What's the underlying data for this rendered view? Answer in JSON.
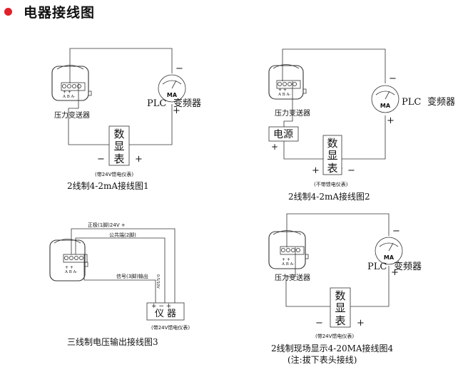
{
  "header": {
    "title": "电器接线图",
    "dot_color": "#e0202a"
  },
  "diagram1": {
    "caption": "2线制4-2mA接线图1",
    "transmitter_label": "压力变送器",
    "terminal_labels": "+ +",
    "terminal_sub_labels": "A B A-",
    "gauge_label": "MA",
    "plc_label": "PLC",
    "vfd_label": "变频器",
    "meter_chars": [
      "数",
      "显",
      "表"
    ],
    "minus": "−",
    "plus": "+",
    "sign_minus": "−",
    "sign_plus": "+",
    "supply_note": "(带24V馈电仪表)"
  },
  "diagram2": {
    "caption": "2线制4-2mA接线图2",
    "transmitter_label": "压力变送器",
    "terminal_labels": "+ +",
    "terminal_sub_labels": "A B A-",
    "gauge_label": "MA",
    "plc_label": "PLC",
    "vfd_label": "变频器",
    "power_label": "电源",
    "power_plus": "+",
    "meter_chars": [
      "数",
      "显",
      "表"
    ],
    "plus": "+",
    "minus": "−",
    "sign_minus": "−",
    "sign_plus": "+",
    "supply_note": "(不带馈电仪表)"
  },
  "diagram3": {
    "caption": "三线制电压输出接线图3",
    "wire1": "正极(1脚)24V +",
    "wire2": "公共端(2脚)",
    "wire3": "信号(3脚)输出",
    "vertical_label": "0-5/10V",
    "terminal_labels": "+ +",
    "terminal_sub_labels": "A B A-",
    "instrument_label": "仪 器",
    "instrument_terminals": "+ − +",
    "supply_note": "(带24V馈电仪表)"
  },
  "diagram4": {
    "caption": "2线制现场显示4-20MA接线图4",
    "caption_note": "(注:拔下表头接线)",
    "transmitter_label": "压力变送器",
    "terminal_labels": "+ +",
    "terminal_sub_labels": "A B A-",
    "gauge_label": "MA",
    "plc_label": "PLC",
    "vfd_label": "变频器",
    "meter_chars": [
      "数",
      "显",
      "表"
    ],
    "minus": "−",
    "plus": "+",
    "sign_minus": "−",
    "sign_plus": "+",
    "supply_note": "(带24V馈电仪表)"
  }
}
